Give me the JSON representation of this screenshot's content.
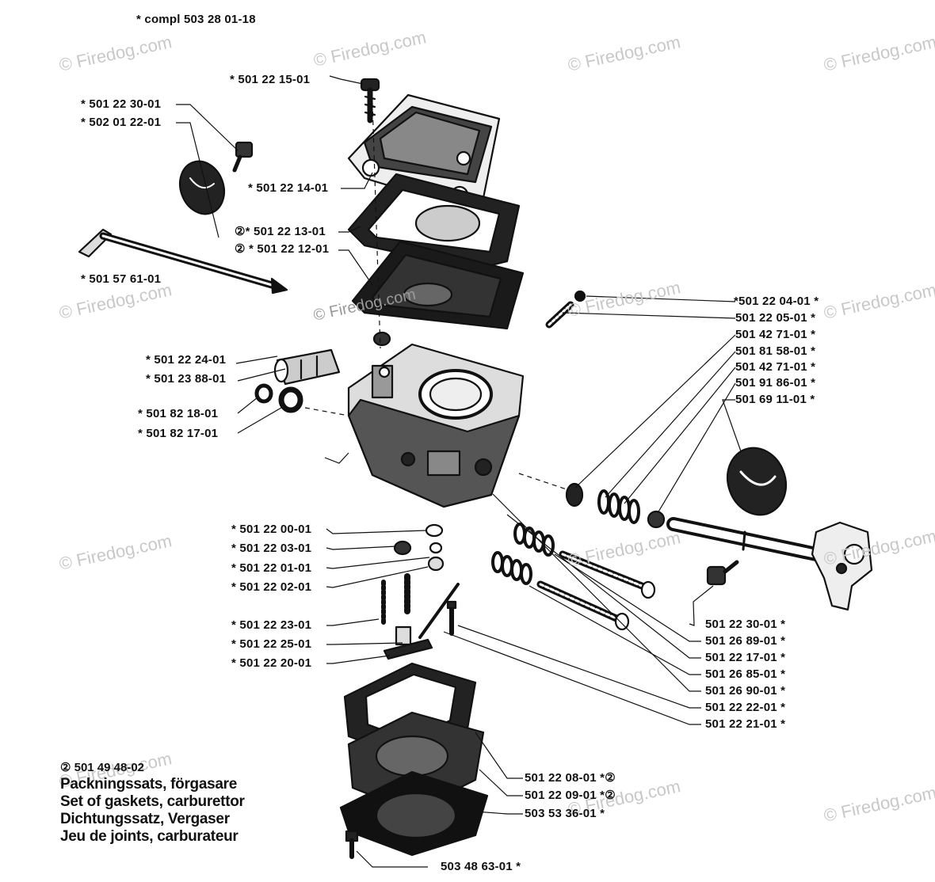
{
  "header": {
    "assembly": "*  compl 503 28 01-18"
  },
  "watermark": "© Firedog.com",
  "labels": {
    "l01": "*  501 22 15-01",
    "l02": "*  501 22 30-01",
    "l03": "*  502 01 22-01",
    "l04": "*  501 22 14-01",
    "l05": "②*  501   22 13-01",
    "l06": "②  *  501 22 12-01",
    "l07": "*  501 57 61-01",
    "l08": "*  501 22 24-01",
    "l09": "*  501 23 88-01",
    "l10": "*  501 82 18-01",
    "l11": "*  501 82 17-01",
    "l12": "*501 22 04-01  *",
    "l13": "501 22 05-01  *",
    "l14": "501 42 71-01  *",
    "l15": "501 81 58-01  *",
    "l16": "501 42 71-01  *",
    "l17": "501 91 86-01  *",
    "l18": "501 69 11-01  *",
    "l19": "*  501 22 00-01",
    "l20": "*  501 22 03-01",
    "l21": "*  501 22 01-01",
    "l22": "*  501 22 02-01",
    "l23": "*  501 22 23-01",
    "l24": "*  501 22 25-01",
    "l25": "*  501 22 20-01",
    "l26": "501 22 30-01  *",
    "l27": "501 26 89-01 *",
    "l28": "501 22 17-01  *",
    "l29": "501 26 85-01  *",
    "l30": "501 26 90-01  *",
    "l31": "501 22 22-01 *",
    "l32": "501 22 21-01  *",
    "l33": "501 22 08-01  *②",
    "l34": "501 22 09-01  *②",
    "l35": "503 53 36-01  *",
    "l36": "503 48 63-01  *"
  },
  "kit": {
    "code": "② 501 49 48-02",
    "lines": [
      "Packningssats, förgasare",
      "Set of gaskets, carburettor",
      "Dichtungssatz, Vergaser",
      "Jeu de joints, carburateur"
    ]
  }
}
